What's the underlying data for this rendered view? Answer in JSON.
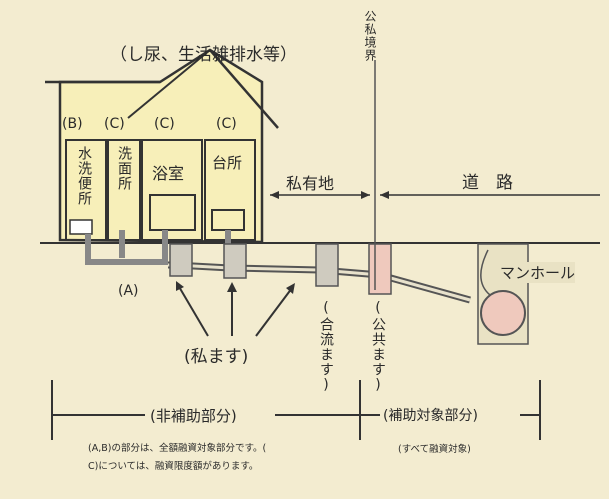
{
  "title": "（し尿、生活雑排水等）",
  "rooms": {
    "toilet": "水洗便所",
    "washroom": "洗面所",
    "bath": "浴室",
    "kitchen": "台所"
  },
  "room_tags": {
    "b": "(B)",
    "c1": "(C)",
    "c2": "(C)",
    "c3": "(C)"
  },
  "boundary": "公私境界",
  "private_land": "私有地",
  "road": "道　路",
  "manhole": "マンホール",
  "tag_a": "(A)",
  "private_basin": "(私ます)",
  "junction_basin": "(合流ます)",
  "public_basin": "(公共ます)",
  "non_subsidy": "(非補助部分)",
  "subsidy": "(補助対象部分)",
  "note_line1": "(A,B)の部分は、全額融資対象部分です。(",
  "note_line2": "C)については、融資限度額があります。",
  "subsidy_note": "(すべて融資対象)",
  "colors": {
    "background": "#f3ecd0",
    "house_fill": "#f7efb9",
    "ink": "#2a2a2a",
    "basin_pink": "#efc9bd",
    "basin_grey": "#cfcbbf"
  }
}
